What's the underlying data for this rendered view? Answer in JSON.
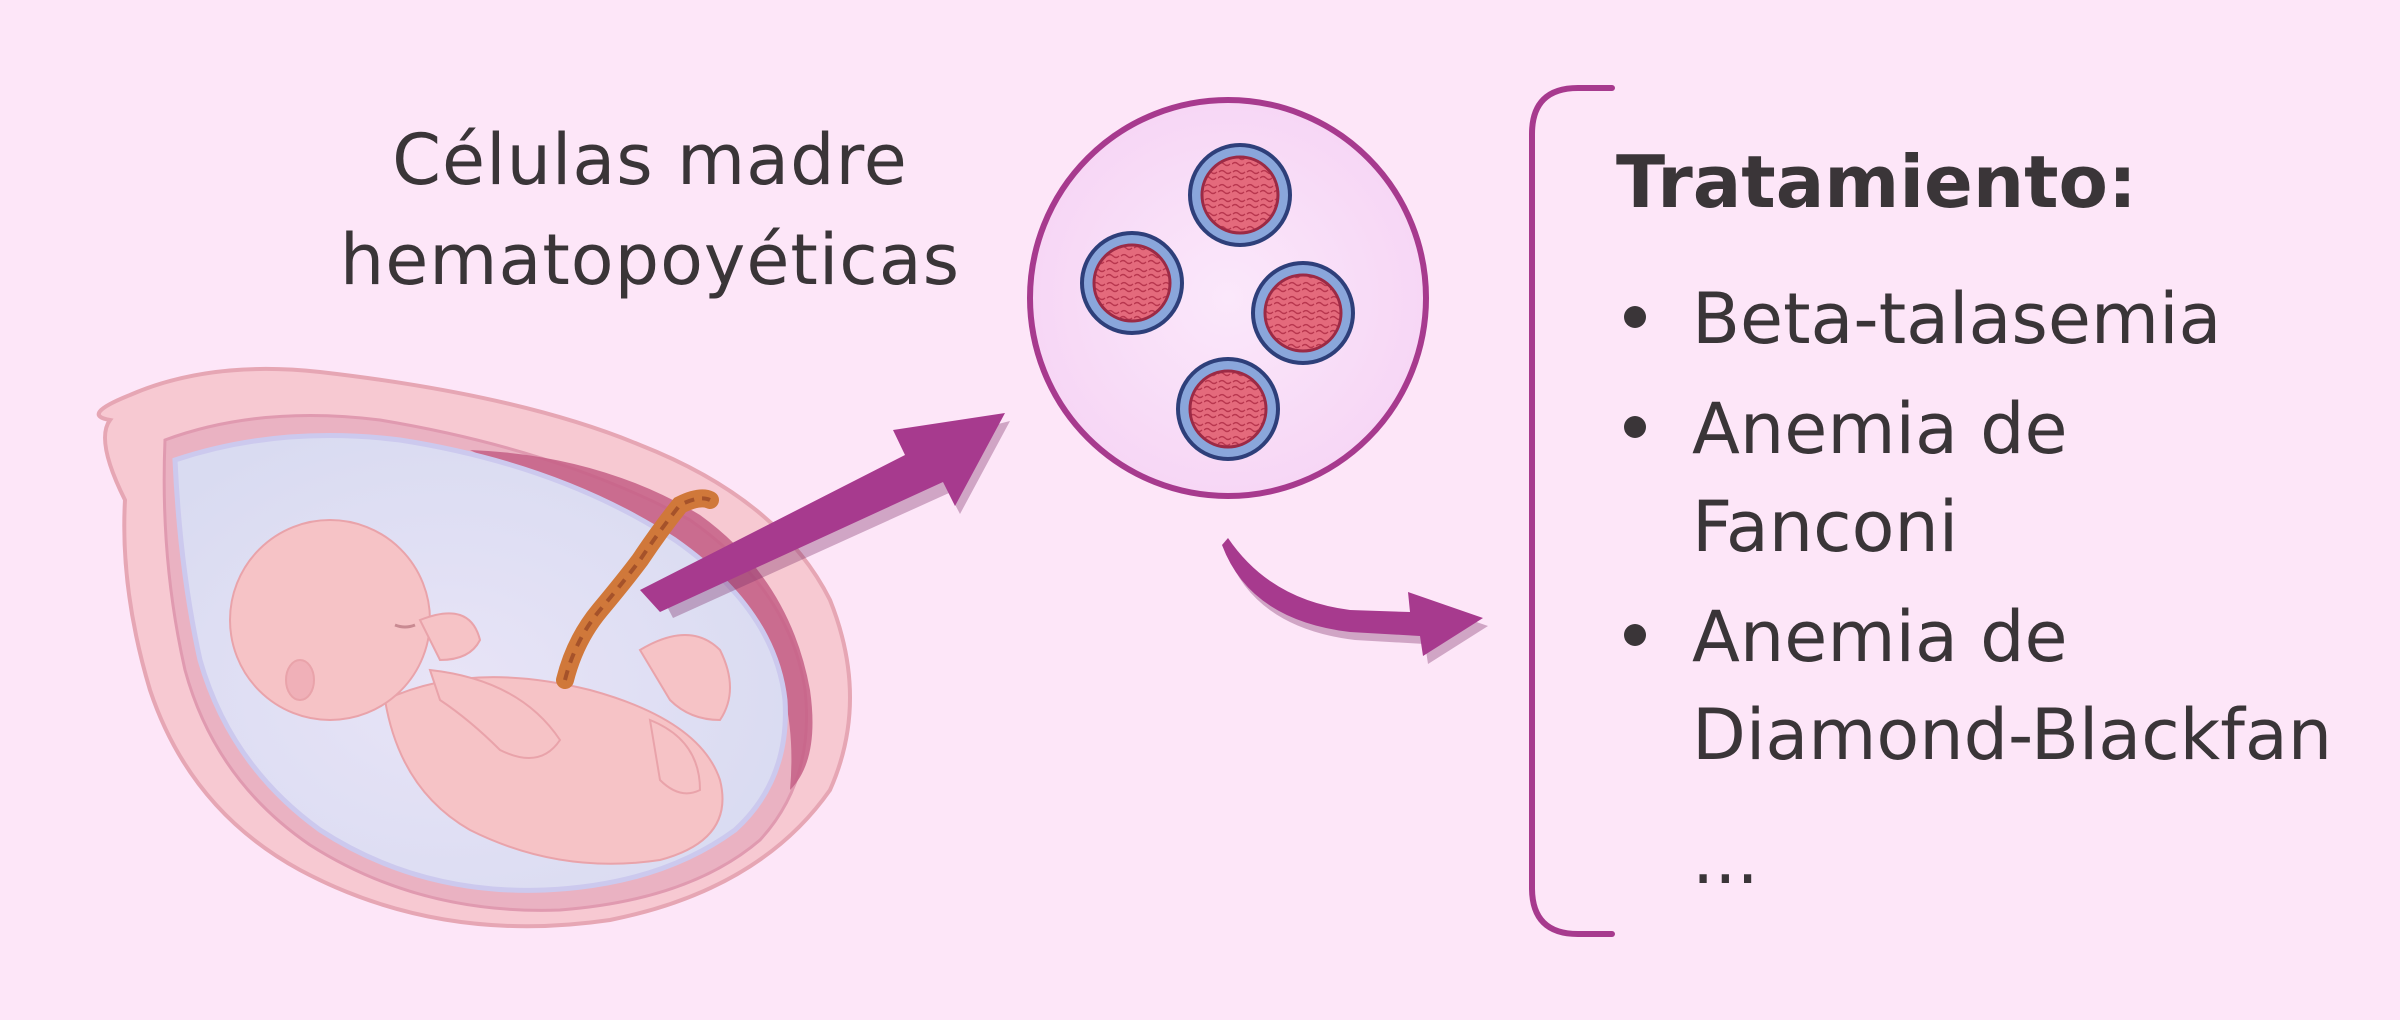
{
  "heading": {
    "line1": "Células madre",
    "line2": "hematopoyéticas"
  },
  "treatment": {
    "title": "Tratamiento:",
    "items": [
      {
        "lines": [
          "Beta-talasemia"
        ]
      },
      {
        "lines": [
          "Anemia de",
          "Fanconi"
        ]
      },
      {
        "lines": [
          "Anemia de",
          "Diamond-Blackfan"
        ]
      }
    ],
    "ellipsis": "..."
  },
  "colors": {
    "background": "#fde6f8",
    "arrow": "#a73a8e",
    "bracket": "#a73a8e",
    "text": "#3a3538",
    "cell_nucleus": "#e46a7c",
    "cell_membrane": "#8aa6db",
    "cell_outline": "#2e3f7a"
  },
  "icons": [
    "fetus-in-uterus-illustration",
    "umbilical-cord",
    "stem-cell-magnified-circle",
    "curved-arrow",
    "bracket"
  ]
}
